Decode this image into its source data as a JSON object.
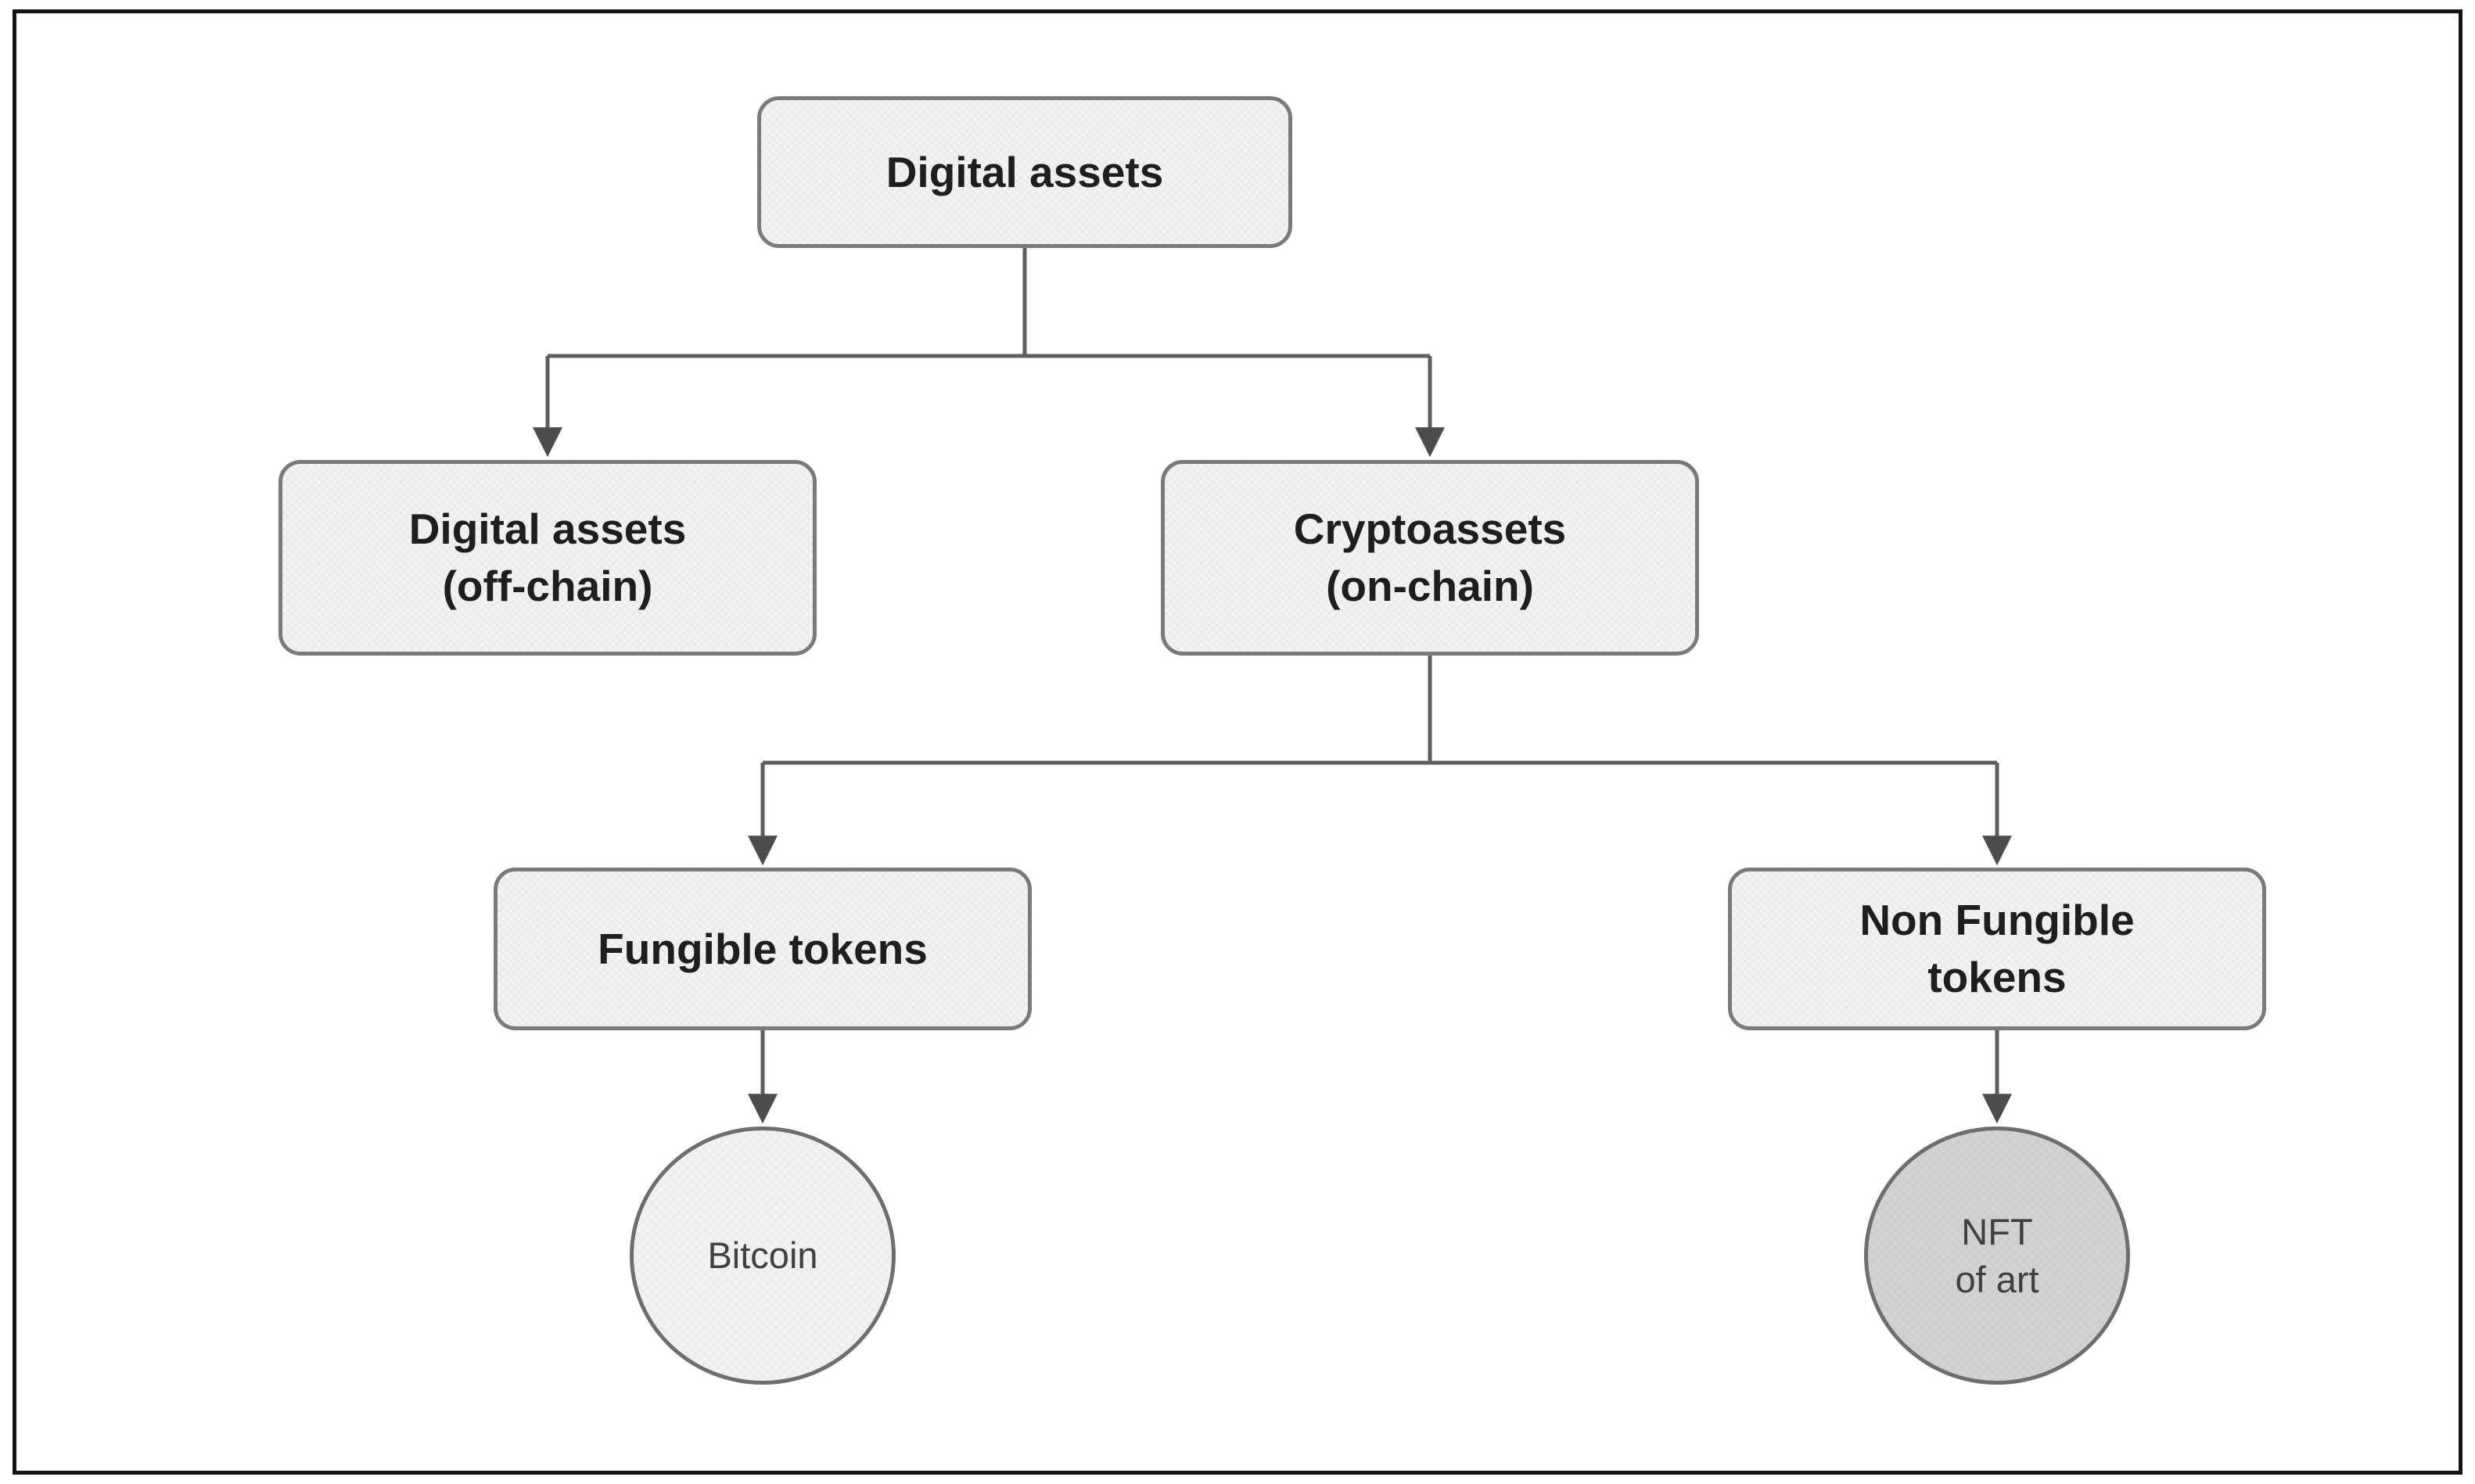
{
  "diagram": {
    "nodes": {
      "digital_assets": {
        "label": "Digital assets"
      },
      "digital_assets_offchain": {
        "label": "Digital assets\n(off-chain)"
      },
      "cryptoassets": {
        "label": "Cryptoassets\n(on-chain)"
      },
      "fungible_tokens": {
        "label": "Fungible tokens"
      },
      "non_fungible_tokens": {
        "label": "Non Fungible\ntokens"
      },
      "bitcoin": {
        "label": "Bitcoin"
      },
      "nft_of_art": {
        "label": "NFT\nof art"
      }
    },
    "edges": [
      {
        "from": "digital_assets",
        "to": "digital_assets_offchain"
      },
      {
        "from": "digital_assets",
        "to": "cryptoassets"
      },
      {
        "from": "cryptoassets",
        "to": "fungible_tokens"
      },
      {
        "from": "cryptoassets",
        "to": "non_fungible_tokens"
      },
      {
        "from": "fungible_tokens",
        "to": "bitcoin"
      },
      {
        "from": "non_fungible_tokens",
        "to": "nft_of_art"
      }
    ],
    "colors": {
      "background": "#ffffff",
      "frame_border": "#141414",
      "node_fill": "#f2f2f2",
      "node_border": "#7a7a7a",
      "nft_leaf_fill": "#d2d2d2",
      "connector_line": "#5e5e5e",
      "arrowhead": "#4c4c4c",
      "node_text": "#1e1e1e",
      "leaf_text": "#404040"
    }
  }
}
